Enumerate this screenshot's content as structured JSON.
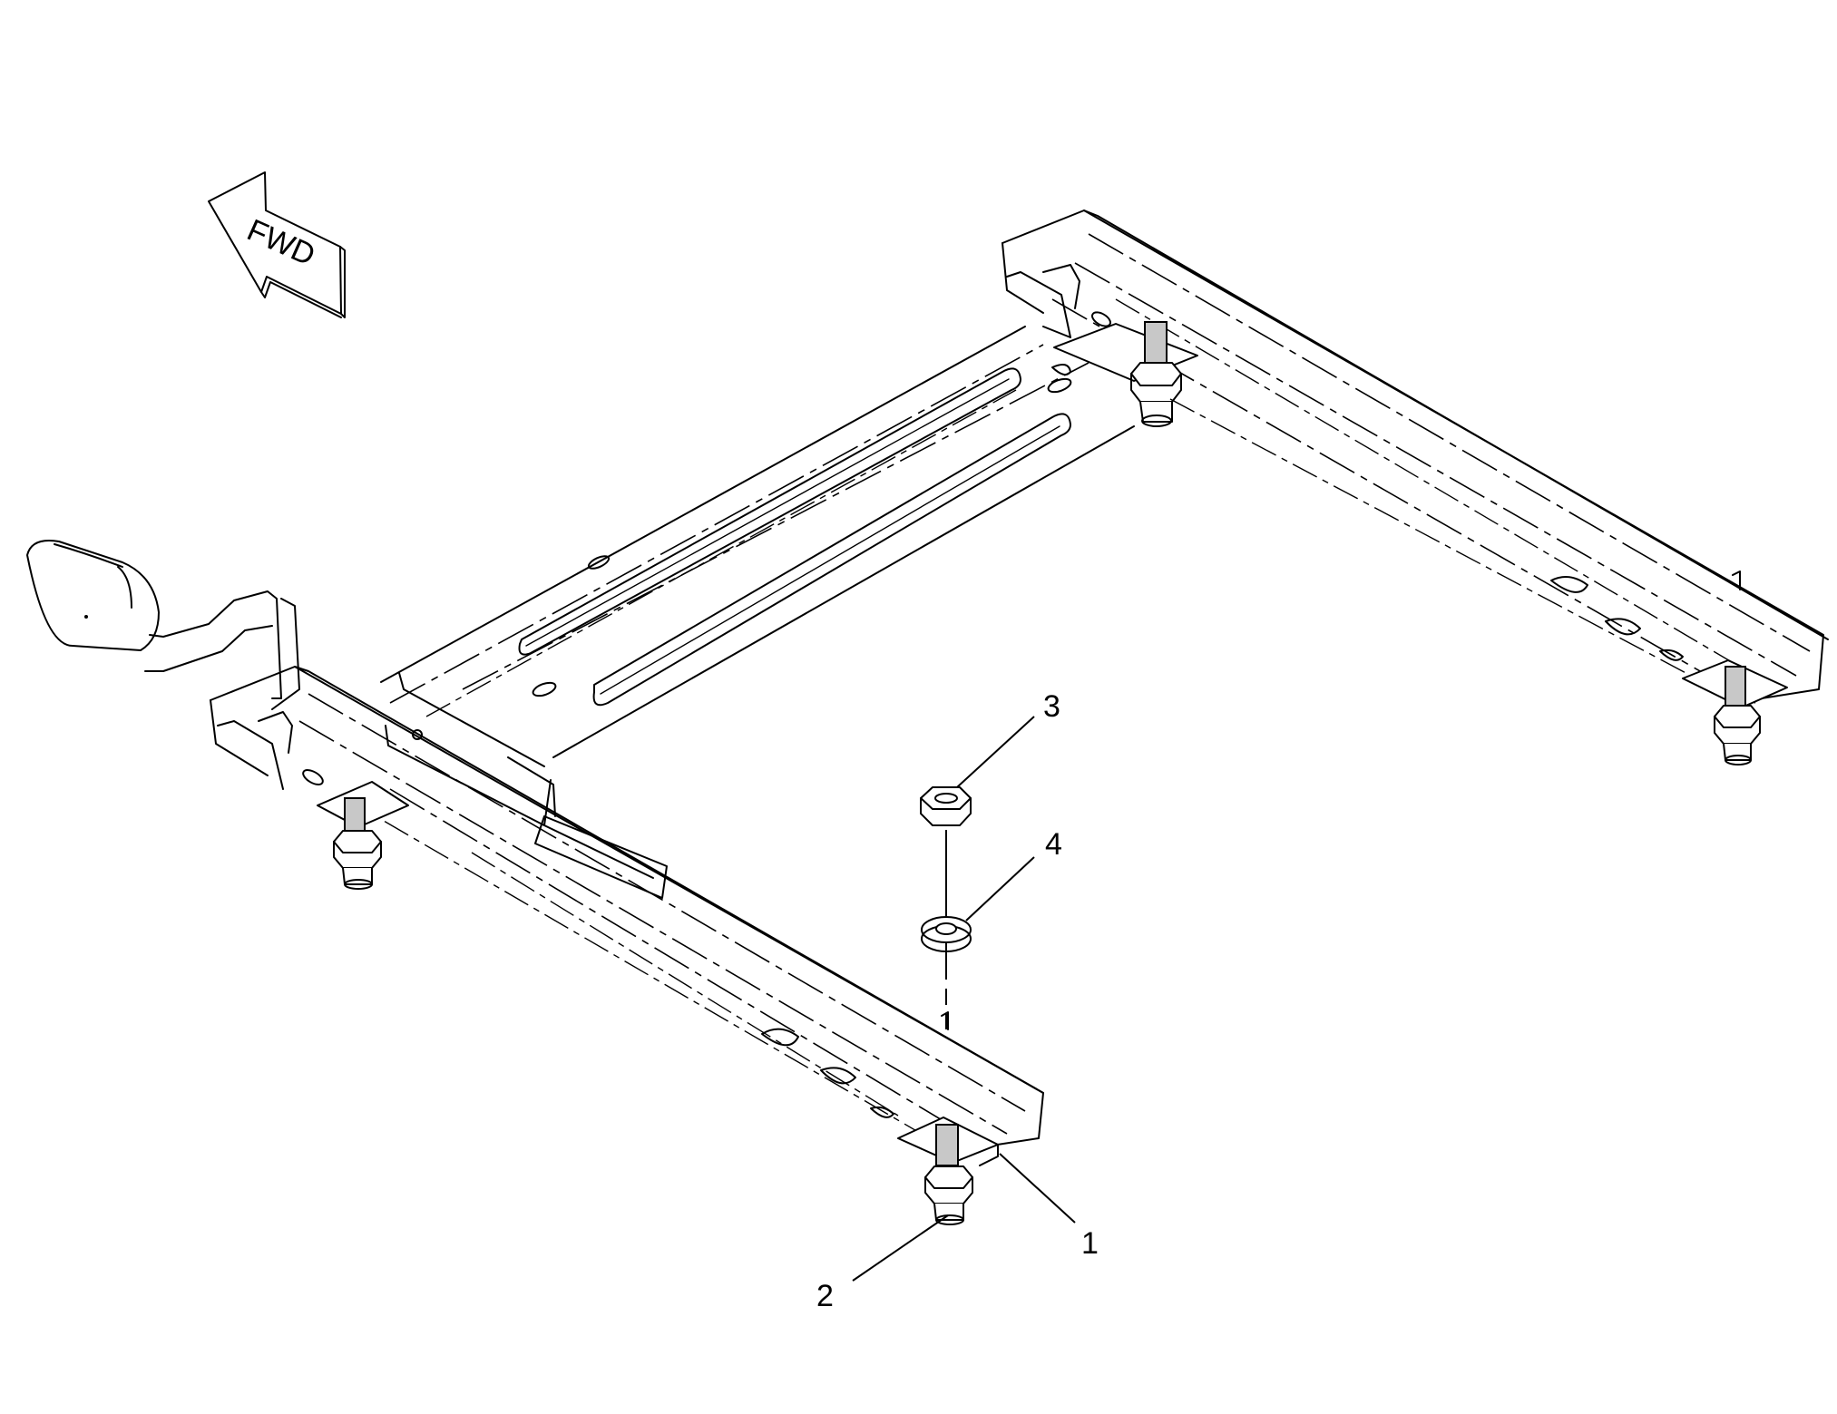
{
  "orientation": {
    "label": "FWD",
    "icon": "forward-arrow-icon"
  },
  "callouts": [
    {
      "number": "1"
    },
    {
      "number": "2"
    },
    {
      "number": "3"
    },
    {
      "number": "4"
    }
  ]
}
